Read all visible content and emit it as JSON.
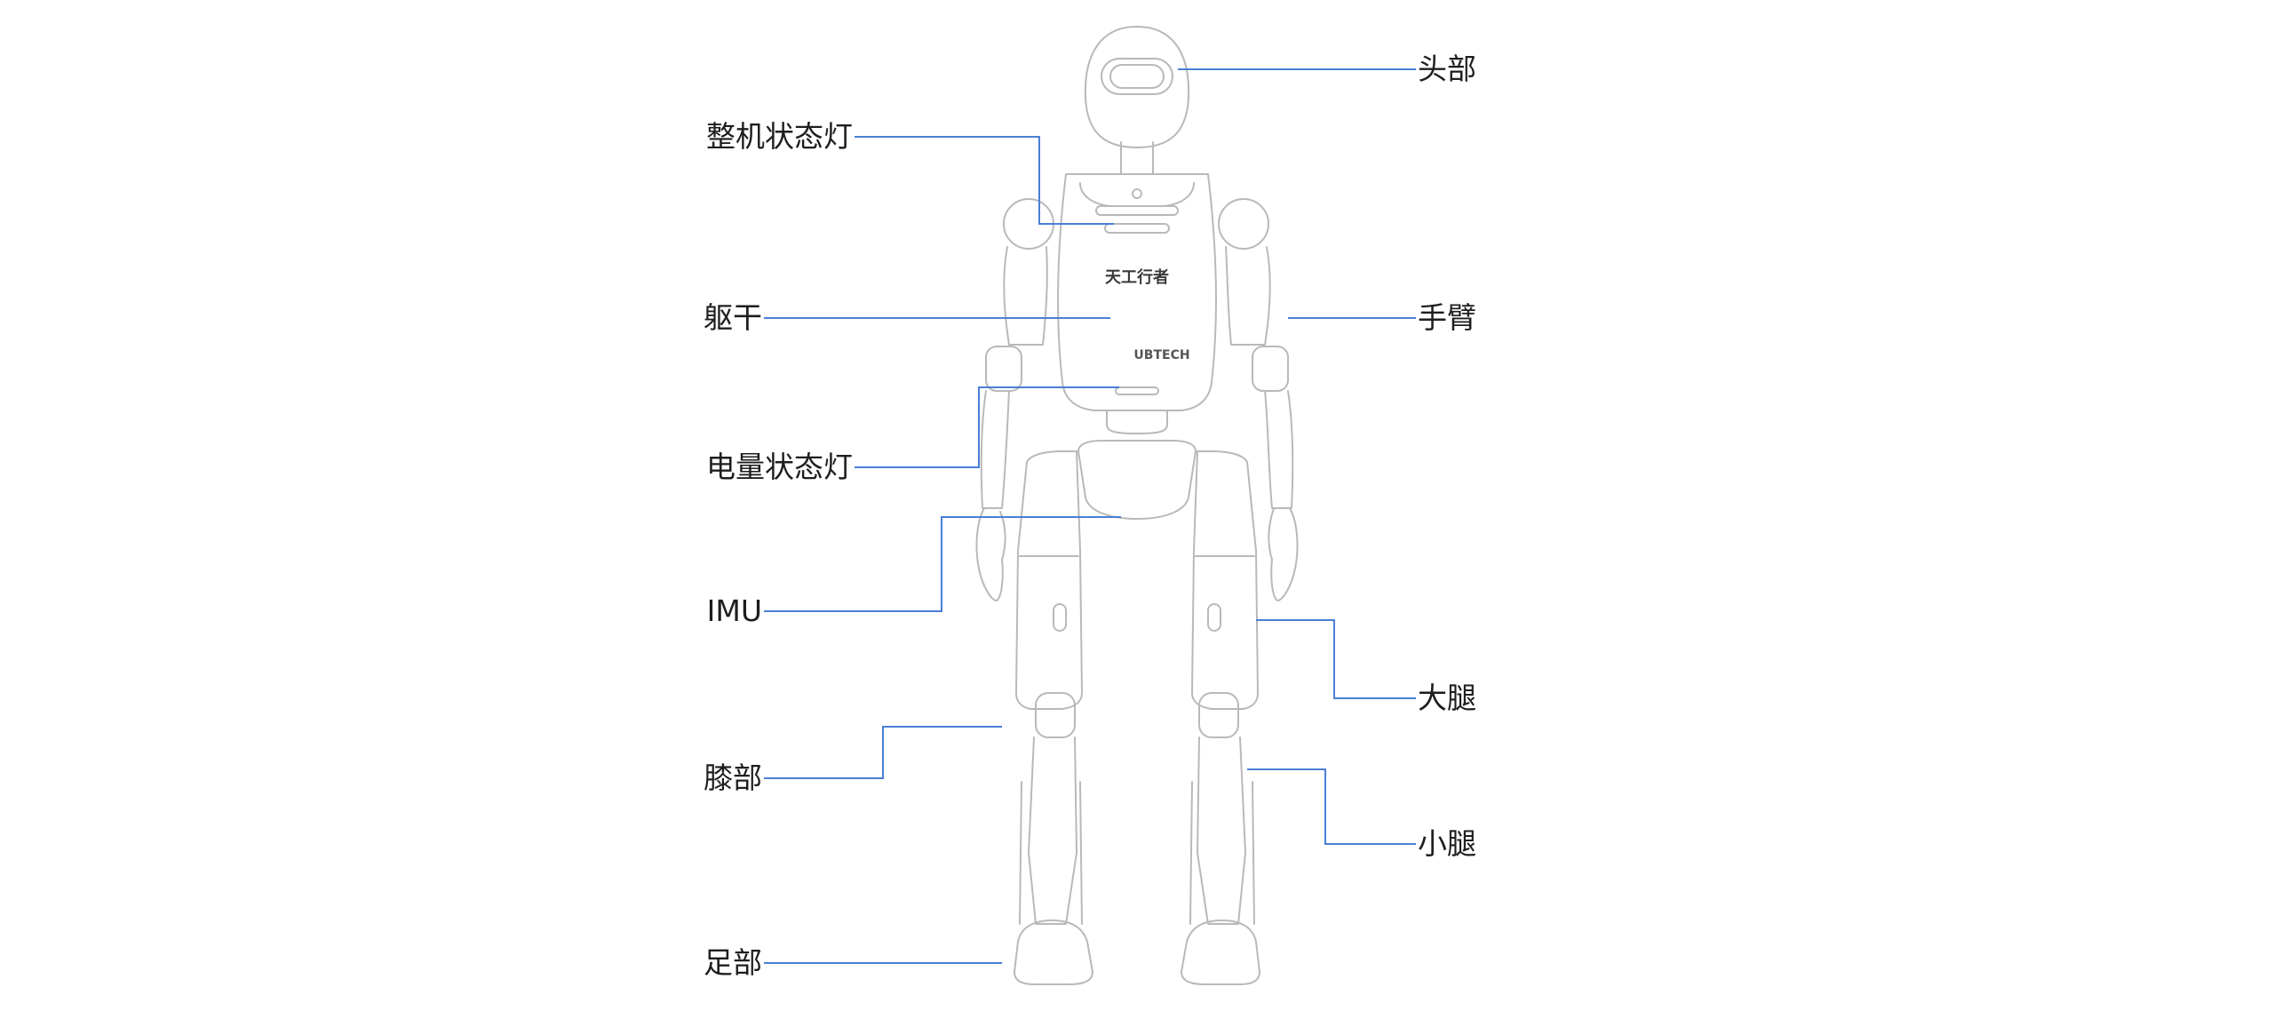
{
  "colors": {
    "leader_line": "#4a7fd6",
    "robot_outline": "#b9b9b9",
    "label_text": "#1e1e1e"
  },
  "robot": {
    "chest_text": "天工行者",
    "brand_text": "UBTECH"
  },
  "labels": {
    "head": "头部",
    "arm": "手臂",
    "thigh": "大腿",
    "shank": "小腿",
    "status_light": "整机状态灯",
    "torso": "躯干",
    "battery_light": "电量状态灯",
    "imu": "IMU",
    "knee": "膝部",
    "foot": "足部"
  }
}
